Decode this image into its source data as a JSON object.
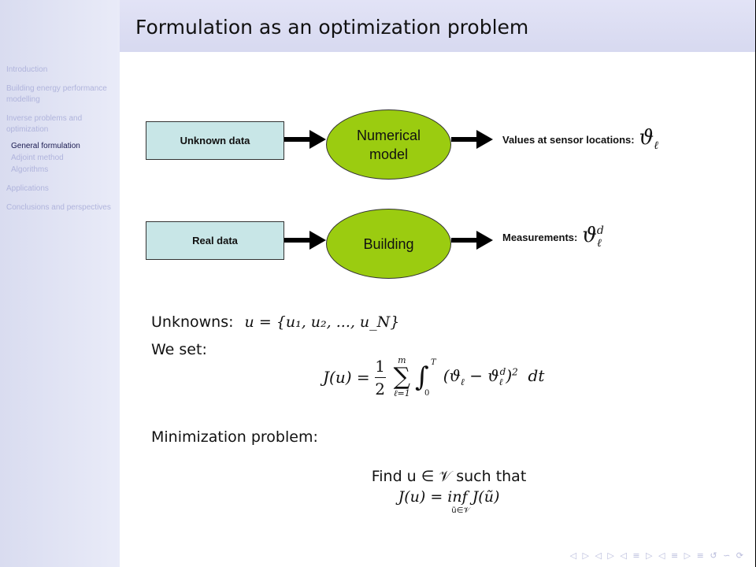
{
  "header": {
    "title": "Formulation as an optimization problem"
  },
  "sidebar": {
    "items": [
      {
        "label": "Introduction"
      },
      {
        "label": "Building energy performance modelling"
      },
      {
        "label": "Inverse problems and optimization"
      },
      {
        "label": "Applications"
      },
      {
        "label": "Conclusions and perspectives"
      }
    ],
    "subitems": [
      {
        "label": "General formulation"
      },
      {
        "label": "Adjoint method"
      },
      {
        "label": "Algorithms"
      }
    ]
  },
  "diagram": {
    "row1": {
      "input": "Unknown data",
      "model": "Numerical model",
      "output": "Values at sensor locations:",
      "symbol": "ϑ",
      "symbol_sub": "ℓ"
    },
    "row2": {
      "input": "Real data",
      "model": "Building",
      "output": "Measurements:",
      "symbol": "ϑ",
      "symbol_sub": "ℓ",
      "symbol_sup": "d"
    }
  },
  "body": {
    "unknowns_label": "Unknowns:",
    "unknowns_expr": "u = {u₁, u₂, ..., u_N}",
    "we_set": "We set:",
    "formula_lhs": "J(u) =",
    "minimization": "Minimization problem:",
    "find_line1": "Find u ∈ 𝒱 such that",
    "find_line2": "J(u) = inf J(ũ)",
    "find_line2_sub": "ũ∈𝒱"
  },
  "footer": {
    "navigation": "◁ ▷ ◁ ▷ ◁ ≡ ▷ ◁ ≡ ▷ ≡ ↺ ∽ ⟳"
  },
  "colors": {
    "box_fill": "#c8e6e7",
    "ellipse_fill": "#9bcc10",
    "sidebar": "#d9dcf0",
    "header": "#dcdef3"
  }
}
